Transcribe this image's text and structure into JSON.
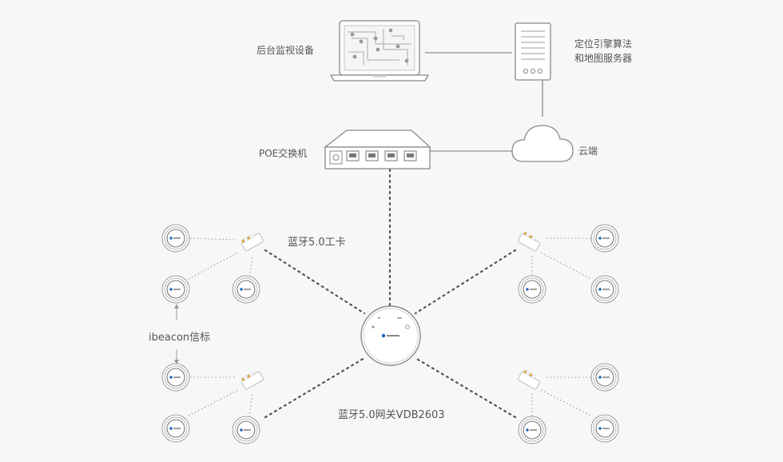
{
  "labels": {
    "monitor": "后台监视设备",
    "server_line1": "定位引擎算法",
    "server_line2": "和地图服务器",
    "switch": "POE交换机",
    "cloud": "云端",
    "card": "蓝牙5.0工卡",
    "beacon": "ibeacon信标",
    "gateway": "蓝牙5.0网关VDB2603"
  },
  "icons": [
    "laptop-icon",
    "server-icon",
    "switch-icon",
    "cloud-icon",
    "gateway-icon",
    "work-card-icon",
    "beacon-icon"
  ]
}
